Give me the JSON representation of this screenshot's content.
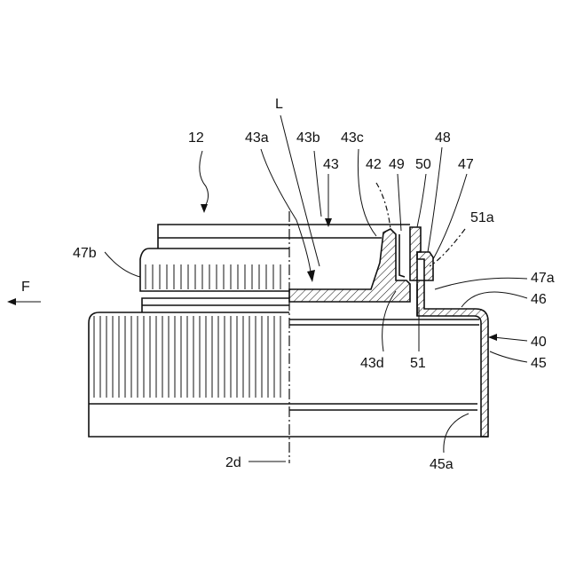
{
  "figure": {
    "labels": {
      "n12": "12",
      "L": "L",
      "n43a": "43a",
      "n43b": "43b",
      "n43c": "43c",
      "n48": "48",
      "n43": "43",
      "n42": "42",
      "n49": "49",
      "n50": "50",
      "n47": "47",
      "n51a": "51a",
      "n47b": "47b",
      "n47a": "47a",
      "F": "F",
      "n46": "46",
      "n40": "40",
      "n45": "45",
      "n43d": "43d",
      "n51": "51",
      "n2d": "2d",
      "n45a": "45a"
    }
  }
}
